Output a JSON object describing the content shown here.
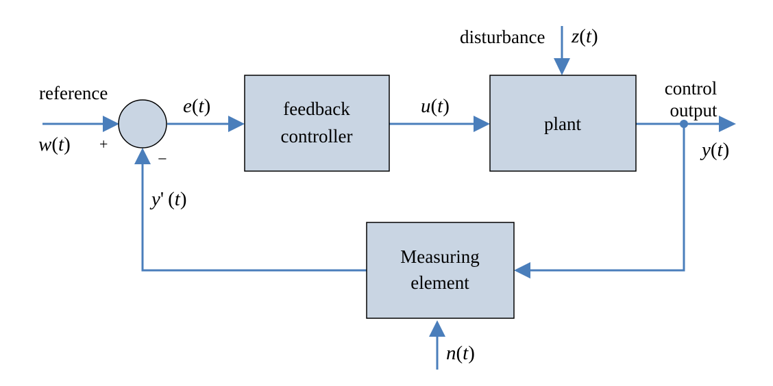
{
  "blocks": {
    "controller": {
      "line1": "feedback",
      "line2": "controller"
    },
    "plant": {
      "label": "plant"
    },
    "measuring": {
      "line1": "Measuring",
      "line2": "element"
    }
  },
  "labels": {
    "reference": "reference",
    "disturbance": "disturbance",
    "control_line1": "control",
    "control_line2": "output",
    "plus": "+",
    "minus": "−"
  },
  "signals": {
    "w": {
      "sym": "w",
      "open": "(",
      "arg": "t",
      "close": ")"
    },
    "e": {
      "sym": "e",
      "open": "(",
      "arg": "t",
      "close": ")"
    },
    "u": {
      "sym": "u",
      "open": "(",
      "arg": "t",
      "close": ")"
    },
    "z": {
      "sym": "z",
      "open": "(",
      "arg": "t",
      "close": ")"
    },
    "y": {
      "sym": "y",
      "open": "(",
      "arg": "t",
      "close": ")"
    },
    "yp": {
      "sym": "y",
      "prime": "'",
      "open": "(",
      "arg": "t",
      "close": ")"
    },
    "n": {
      "sym": "n",
      "open": "(",
      "arg": "t",
      "close": ")"
    }
  },
  "colors": {
    "wire": "#4a7ebb",
    "block_fill": "#c9d5e3",
    "block_stroke": "#000000"
  }
}
